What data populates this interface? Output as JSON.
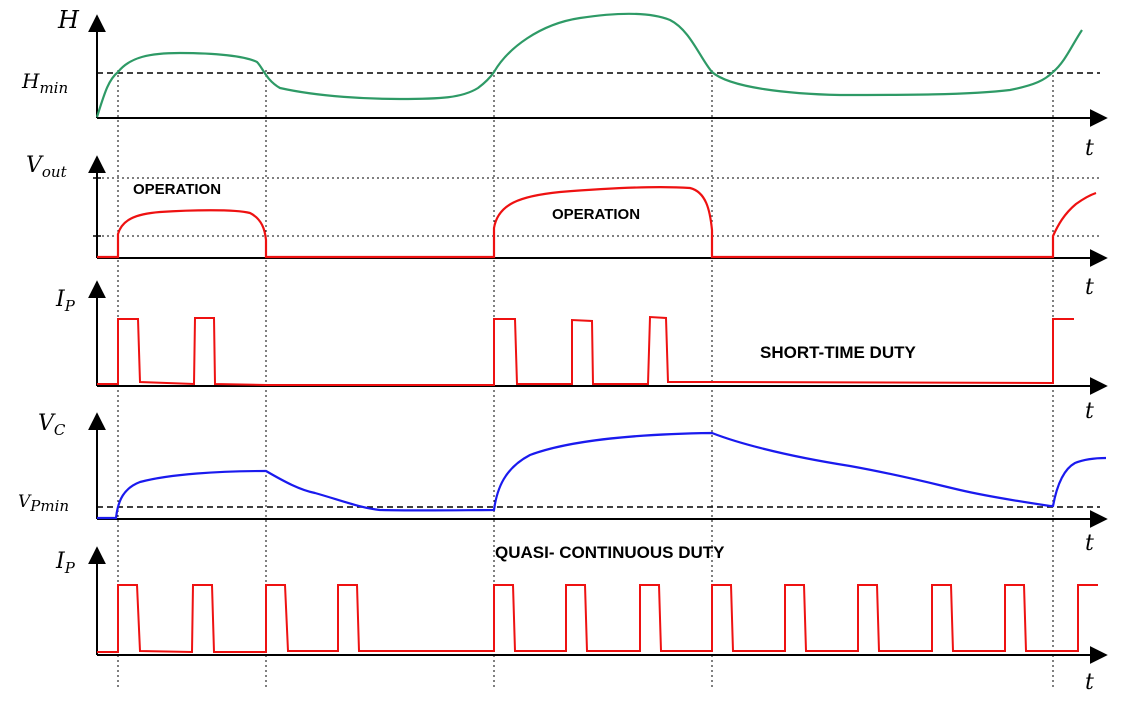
{
  "panels": [
    {
      "id": "h",
      "symbol": "H",
      "subscript": "",
      "time_label": "t",
      "threshold_symbol": "H",
      "threshold_subscript": "min"
    },
    {
      "id": "vout",
      "symbol": "V",
      "subscript": "out",
      "time_label": "t"
    },
    {
      "id": "ip1",
      "symbol": "I",
      "subscript": "P",
      "time_label": "t"
    },
    {
      "id": "vc",
      "symbol": "V",
      "subscript": "C",
      "time_label": "t",
      "threshold_symbol": "V",
      "threshold_subscript": "Pmin"
    },
    {
      "id": "ip2",
      "symbol": "I",
      "subscript": "P",
      "time_label": "t"
    }
  ],
  "annotations": {
    "operation_1": "OPERATION",
    "operation_2": "OPERATION",
    "short_time_duty": "SHORT-TIME  DUTY",
    "quasi_continuous_duty": "QUASI- CONTINUOUS  DUTY"
  },
  "colors": {
    "h_curve": "#2e9a66",
    "vout_curve": "#ee1111",
    "ip_curve": "#ee1111",
    "vc_curve": "#1a1aee",
    "axis": "#000000"
  }
}
